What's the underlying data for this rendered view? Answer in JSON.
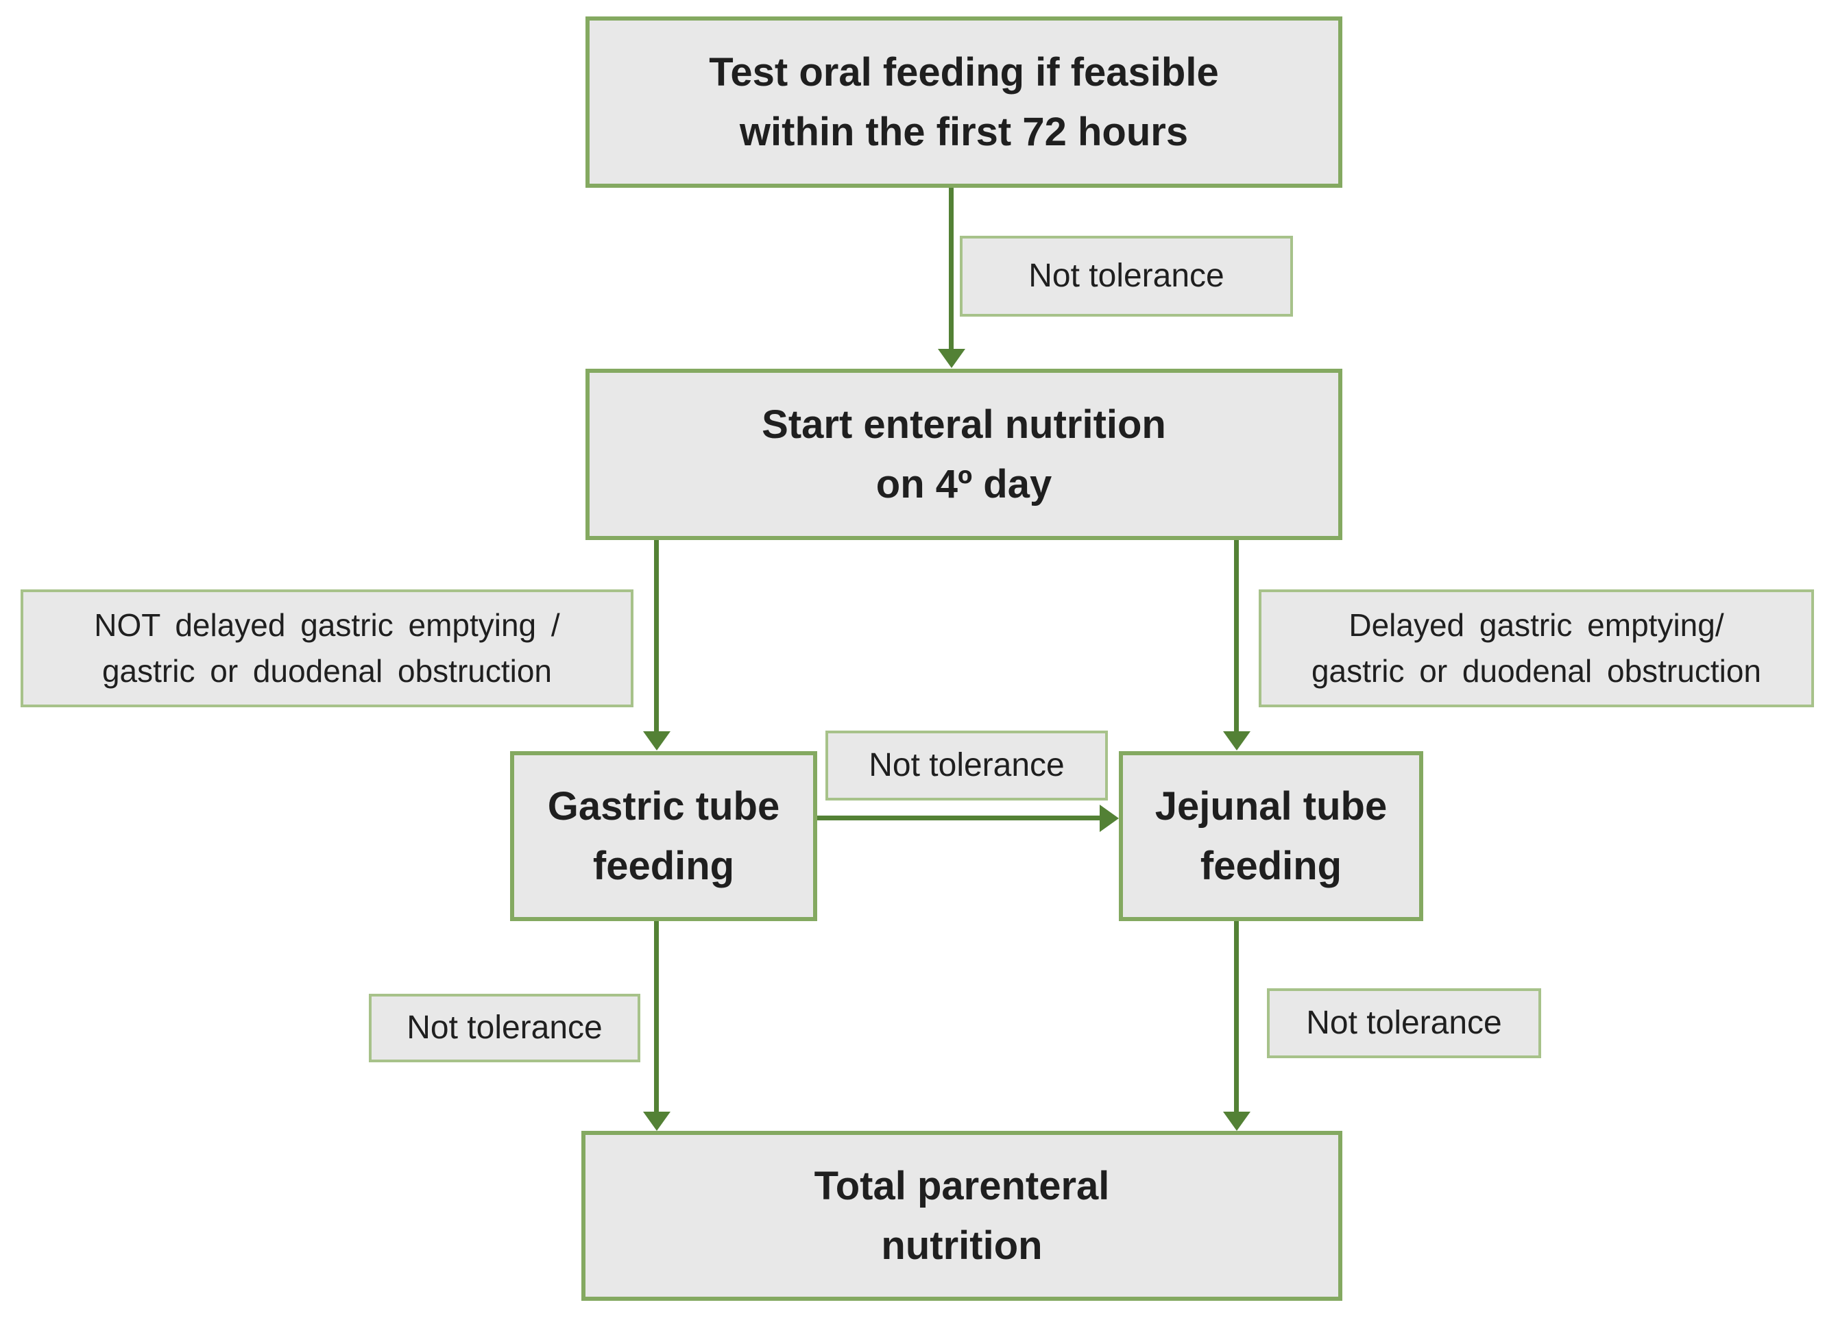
{
  "colors": {
    "box_fill": "#e8e8e8",
    "node_border": "#84a961",
    "label_border": "#a7c28a",
    "arrow": "#538135",
    "text": "#1f1f1f"
  },
  "nodes": {
    "test_oral": {
      "label": "Test oral feeding if feasible\nwithin the first 72 hours"
    },
    "start_enteral": {
      "label": "Start enteral nutrition\non 4º day"
    },
    "gastric": {
      "label": "Gastric tube\nfeeding"
    },
    "jejunal": {
      "label": "Jejunal tube\nfeeding"
    },
    "tpn": {
      "label": "Total parenteral\nnutrition"
    }
  },
  "edge_labels": {
    "oral_to_enteral": "Not tolerance",
    "cond_left": "NOT delayed gastric emptying /\ngastric or duodenal obstruction",
    "cond_right": "Delayed gastric emptying/\ngastric or duodenal obstruction",
    "gastric_to_jejunal": "Not tolerance",
    "gastric_to_tpn": "Not tolerance",
    "jejunal_to_tpn": "Not tolerance"
  }
}
